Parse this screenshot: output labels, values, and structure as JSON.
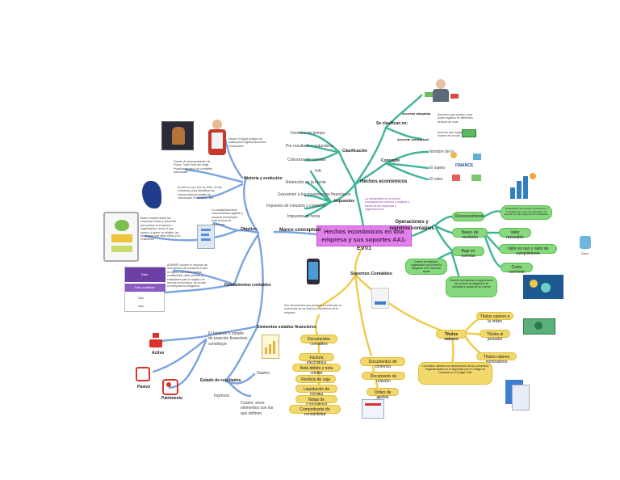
{
  "center_topic": "Hechos económicos en una empresa y sus soportes AA1-EV01",
  "colors": {
    "blue_branch": "#7aa3e0",
    "green_branch": "#3fb39a",
    "yellow_branch": "#eecb49",
    "center": "#e27fe9",
    "green_box": "#86d97c",
    "yellow_box": "#f3d86b"
  },
  "left": {
    "marco": "Marco conceptual",
    "historia": "Historia y evolución",
    "historia_note": "Desde el Egipto antiguo se usaba para registrar acuerdos comerciales",
    "fuente_note": "Fuente de documentación de Fuera, Tuitin Solís del Imaje Practicante para Los contables adecuadas.",
    "ley_note": "En Año a Ley 1314 de 2009, en las empresas, para identificar las normas internacionales de Información Financiera - NIIF",
    "objetivo": "Objetivo",
    "objetivo_note": "La contabilidad tiene como finalidad registrar y preparar información para la toma de decisiones",
    "dian_note": "Nuevo empleo sobre las empresas, todas y personas que poseen la empresa u organización, como el que opera y a quien va dirigido, las decisiones que debe tomar y su evaluación.",
    "fundamentos": "Fundamentos contables",
    "fundamentos_note": "ADEMÁS cumple el conjunto de documentos de principios lo que se aplica, como son partida, contabilidad, doble partida, y estándares para el registro de hechos económicos, de la cual se interpreta la obligación.",
    "elementos": "Elementos estados financieros",
    "balance": "El balance o estado de posición financiera constituye:",
    "activo": "Activo",
    "pasivo": "Pasivo",
    "patrimonio": "Patrimonio",
    "resultados": "Estado de resultados",
    "ingresos": "Ingresos",
    "gastos": "Gastos",
    "costos": "Costos: otros elementos son los que definen",
    "app_labels": [
      "Dato",
      "Dato contable",
      "Dato",
      "Dato"
    ]
  },
  "top": {
    "hechos": "Hechos económicos",
    "clasifican": "Se clasifican en:",
    "acuerdo": "Acuerdo adoptado",
    "acuerdo_note": "Acuerdos que pueden, para poder registrar en diferentes tiempos de corto",
    "acuerdo_contractual": "Acuerdo contractual",
    "acuerdo_contractual_note": "Acuerdo que registra de manera en el cual",
    "clasificacion": "Clasificación",
    "clasificacion_items": [
      "Dentro o no tiempo",
      "Por resultado o naturaleza",
      "Cobranza de cuentas"
    ],
    "impuestos": "Impuestos",
    "impuestos_items": [
      "IVA",
      "Retención en la fuente",
      "Gravamen a los movimientos financieros",
      "Impuesto de industria y comercio",
      "Impuesto de renta"
    ],
    "concepto": "Concepto",
    "concepto_items": [
      "Nombre de la",
      "El sujeto",
      "El valor"
    ],
    "financial_label": "FINANCE"
  },
  "right": {
    "operaciones": "Operaciones y registros contables",
    "operaciones_note": "La contabilidad es la función encargada de controlar y registrar a través de las empresas u organizaciones.",
    "reconocimiento": "Reconocimiento",
    "reconocimiento_note": "El identificar qué hechos económicos y contables tiene que ser registrados de acuerdo con las reglas de la contabilidad.",
    "bases": "Bases de medición",
    "valor_razonable": "Valor razonable",
    "valor_uso": "Valor en uso y valor de cumplimiento",
    "costo": "Costo corriente",
    "baja": "Baja en cuentas",
    "baja_note": "Cuando la empresa u organización ya no tiene la obligación en el momento actual",
    "cuenta_note": "Cuando la empresa u organización ya no tiene la obligación se necesita a causa de un evento",
    "datos": "Datos"
  },
  "bottom": {
    "soportes": "Soportes Contables",
    "soportes_note": "Son documentos que prueban y evidencian la ocurrencia de los hechos económicos de la empresa",
    "documentos": "Documentos contables",
    "documentos_items": [
      "Factura electrónica",
      "Nota débito y nota crédito",
      "Recibos de caja",
      "Liquidación de nómina",
      "Notas de contabilidad",
      "Comprobante de contabilidad"
    ],
    "comercio": "Documentos de comercio",
    "comercio_items": [
      "Documento de relación",
      "Orden de pedido"
    ],
    "titulos": "Títulos valores",
    "titulos_items": [
      "Títulos valores a la orden",
      "Títulos al portador",
      "Títulos valores nominativos"
    ],
    "titulos_note": "Los títulos valores son documentos de los comercios reglamentados en lo dispuesto por el Código de Comercio y el Código Civil."
  }
}
